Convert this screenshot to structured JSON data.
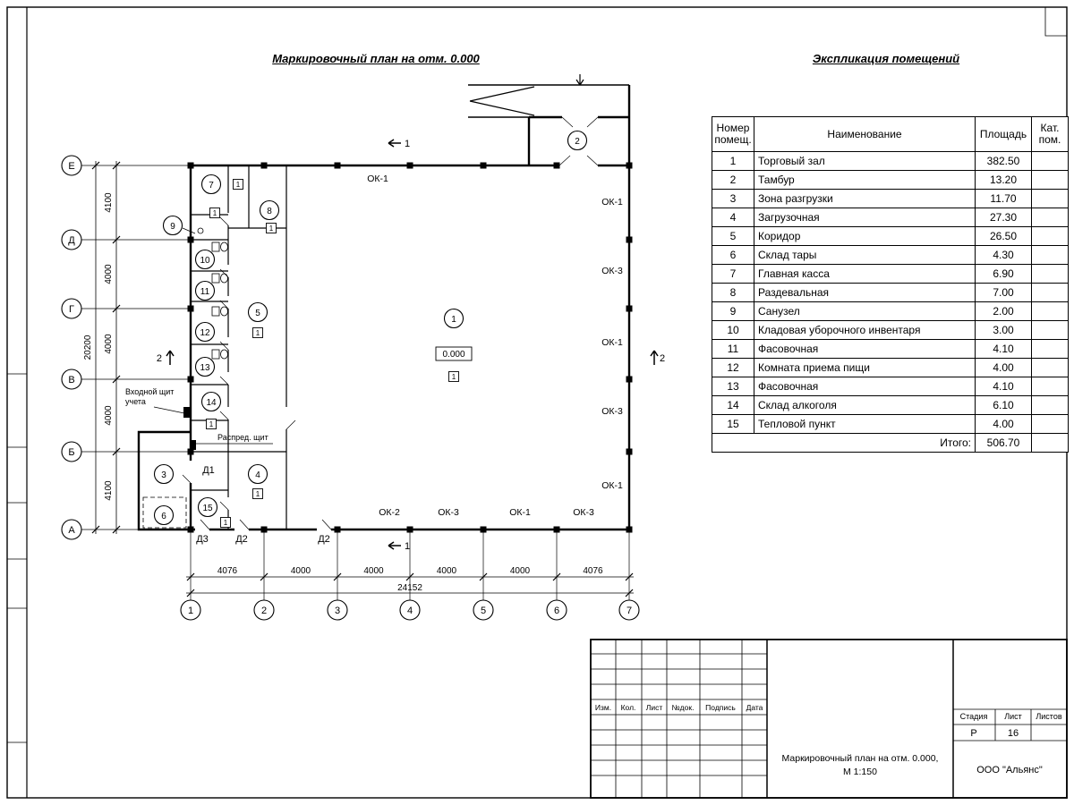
{
  "titles": {
    "plan": "Маркировочный план на отм. 0.000",
    "schedule": "Экспликация помещений"
  },
  "plan": {
    "axes_rows": [
      "Е",
      "Д",
      "Г",
      "В",
      "Б",
      "А"
    ],
    "axes_cols": [
      "1",
      "2",
      "3",
      "4",
      "5",
      "6",
      "7"
    ],
    "dims_vertical": [
      "4100",
      "4000",
      "4000",
      "4000",
      "4100"
    ],
    "dims_vertical_total": "20200",
    "dims_horizontal": [
      "4076",
      "4000",
      "4000",
      "4000",
      "4000",
      "4076"
    ],
    "dims_horizontal_total": "24152",
    "room_numbers": [
      "1",
      "2",
      "3",
      "4",
      "5",
      "6",
      "7",
      "8",
      "9",
      "10",
      "11",
      "12",
      "13",
      "14",
      "15"
    ],
    "level_mark": "0.000",
    "finish_mark": "1",
    "window_labels": [
      "ОК-1",
      "ОК-1",
      "ОК-3",
      "ОК-1",
      "ОК-3",
      "ОК-1",
      "ОК-2",
      "ОК-3",
      "ОК-1",
      "ОК-3"
    ],
    "door_labels": [
      "Д1",
      "Д3",
      "Д2",
      "Д2"
    ],
    "section_marks": [
      "1",
      "1",
      "2",
      "2"
    ],
    "notes": [
      "Входной щит",
      "учета",
      "Распред. щит"
    ]
  },
  "schedule": {
    "headers": [
      "Номер помещ.",
      "Наименование",
      "Площадь",
      "Кат. пом."
    ],
    "rows": [
      {
        "num": "1",
        "name": "Торговый зал",
        "area": "382.50",
        "cat": ""
      },
      {
        "num": "2",
        "name": "Тамбур",
        "area": "13.20",
        "cat": ""
      },
      {
        "num": "3",
        "name": "Зона разгрузки",
        "area": "11.70",
        "cat": ""
      },
      {
        "num": "4",
        "name": "Загрузочная",
        "area": "27.30",
        "cat": ""
      },
      {
        "num": "5",
        "name": "Коридор",
        "area": "26.50",
        "cat": ""
      },
      {
        "num": "6",
        "name": "Склад тары",
        "area": "4.30",
        "cat": ""
      },
      {
        "num": "7",
        "name": "Главная касса",
        "area": "6.90",
        "cat": ""
      },
      {
        "num": "8",
        "name": "Раздевальная",
        "area": "7.00",
        "cat": ""
      },
      {
        "num": "9",
        "name": "Санузел",
        "area": "2.00",
        "cat": ""
      },
      {
        "num": "10",
        "name": "Кладовая уборочного инвентаря",
        "area": "3.00",
        "cat": ""
      },
      {
        "num": "11",
        "name": "Фасовочная",
        "area": "4.10",
        "cat": ""
      },
      {
        "num": "12",
        "name": "Комната приема пищи",
        "area": "4.00",
        "cat": ""
      },
      {
        "num": "13",
        "name": "Фасовочная",
        "area": "4.10",
        "cat": ""
      },
      {
        "num": "14",
        "name": "Склад алкоголя",
        "area": "6.10",
        "cat": ""
      },
      {
        "num": "15",
        "name": "Тепловой пункт",
        "area": "4.00",
        "cat": ""
      }
    ],
    "total_label": "Итого:",
    "total_value": "506.70"
  },
  "title_block": {
    "revision_headers": [
      "Изм.",
      "Кол.",
      "Лист",
      "№док.",
      "Подпись",
      "Дата"
    ],
    "doc_title": [
      "Маркировочный план на отм. 0.000,",
      "М 1:150"
    ],
    "stage_header": "Стадия",
    "sheet_header": "Лист",
    "sheets_header": "Листов",
    "stage": "Р",
    "sheet": "16",
    "company": "ООО \"Альянс\""
  }
}
